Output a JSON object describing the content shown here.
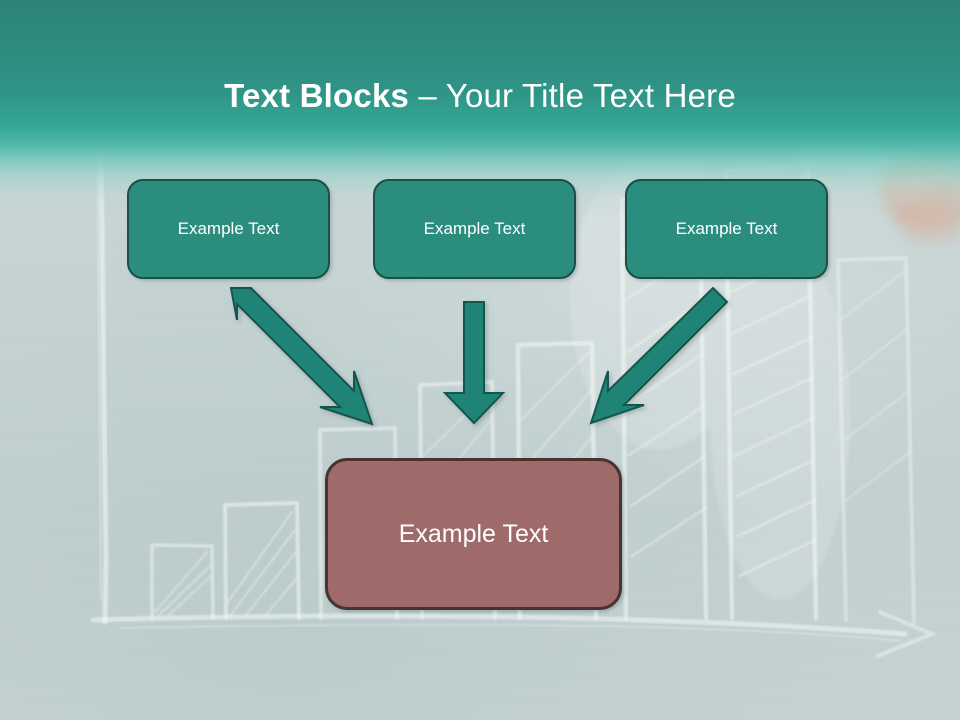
{
  "slide": {
    "title": {
      "bold_part": "Text Blocks",
      "separator": " – ",
      "light_part": "Your Title Text Here",
      "full": "Text Blocks – Your Title Text Here"
    },
    "background": {
      "description": "chalkboard bar-chart drawing with hand holding chalk",
      "base_color": "#c5d3d3",
      "chalk_color": "#ffffff"
    },
    "header": {
      "gradient_top": "#2c8377",
      "gradient_mid": "#33a695",
      "gradient_fade": "#c6d3d3"
    }
  },
  "diagram": {
    "type": "convergence",
    "source_boxes": [
      {
        "label": "Example Text",
        "fill": "#2b8d7e",
        "border": "#1c4f47"
      },
      {
        "label": "Example Text",
        "fill": "#2b8d7e",
        "border": "#1c4f47"
      },
      {
        "label": "Example Text",
        "fill": "#2b8d7e",
        "border": "#1c4f47"
      }
    ],
    "target_box": {
      "label": "Example Text",
      "fill": "#9e6a6a",
      "border": "#4a3230"
    },
    "arrows": [
      {
        "name": "arrow-left-diagonal",
        "direction": "down-right",
        "color": "#1f8376"
      },
      {
        "name": "arrow-middle-straight",
        "direction": "down",
        "color": "#1f8376"
      },
      {
        "name": "arrow-right-diagonal",
        "direction": "down-left",
        "color": "#1f8376"
      }
    ]
  }
}
